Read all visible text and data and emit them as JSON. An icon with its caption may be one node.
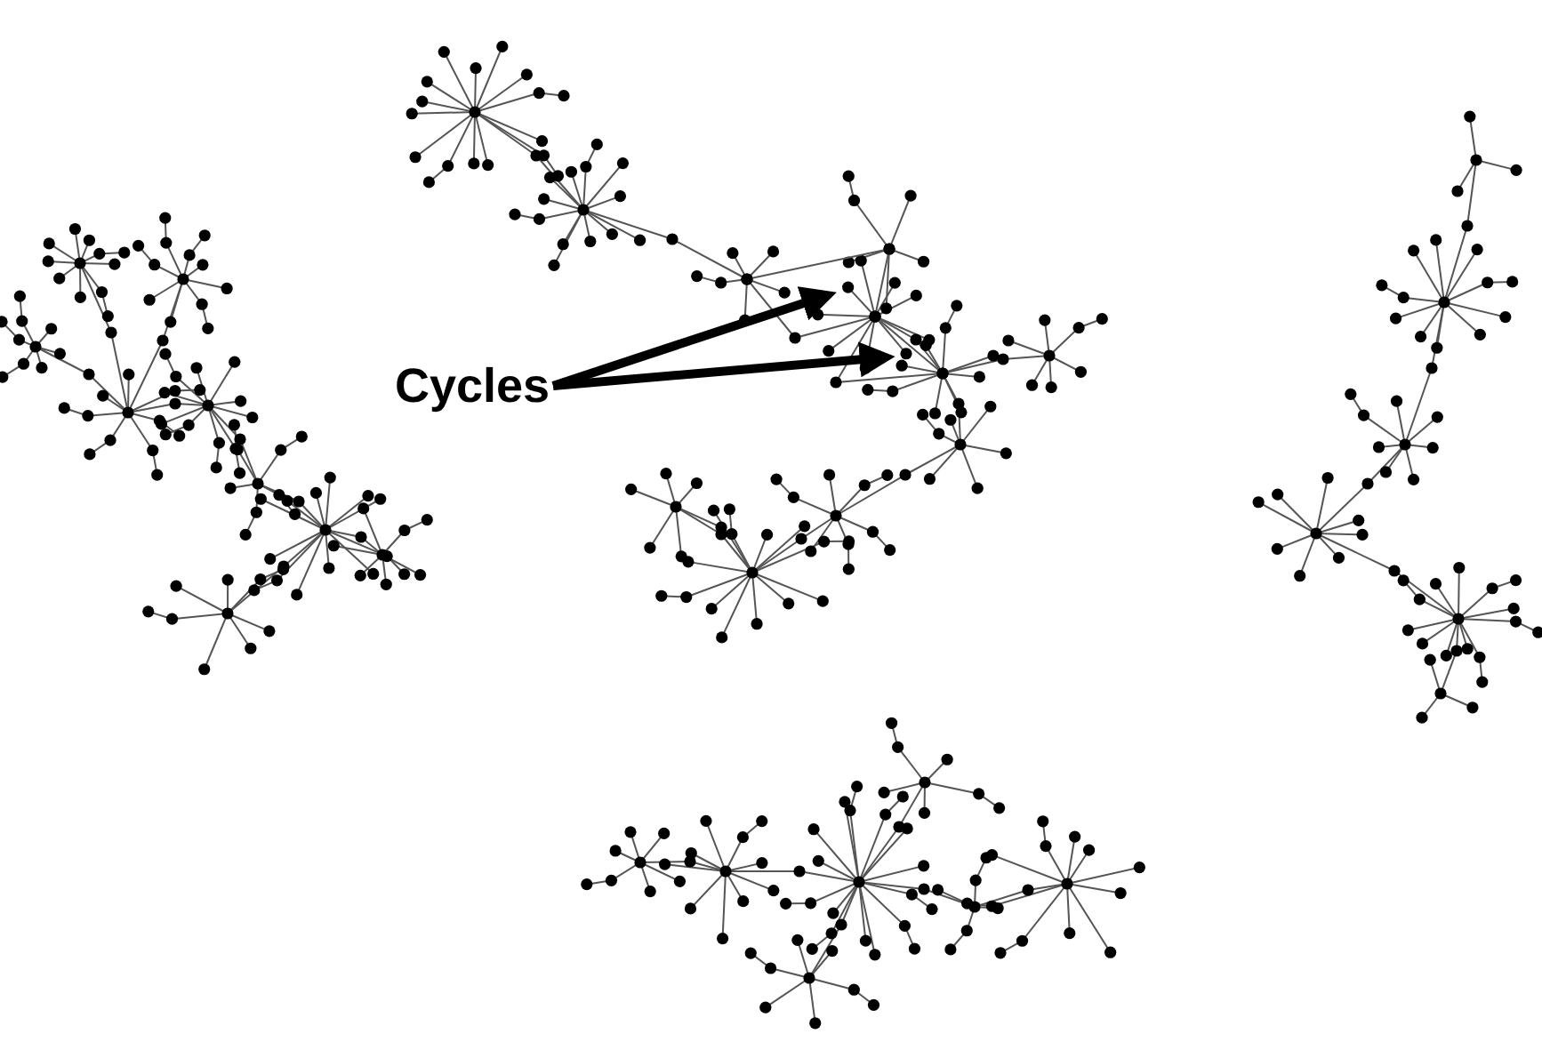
{
  "diagram": {
    "nodes": [
      {
        "text": [
          "Cycles"
        ]
      },
      {
        "text": [],
        "shape": "cycle"
      },
      {
        "text": [],
        "shape": "cycle"
      }
    ],
    "edges": [
      {
        "from": 0,
        "to": 1,
        "arrow": "to"
      },
      {
        "from": 0,
        "to": 2,
        "arrow": "to"
      }
    ]
  }
}
